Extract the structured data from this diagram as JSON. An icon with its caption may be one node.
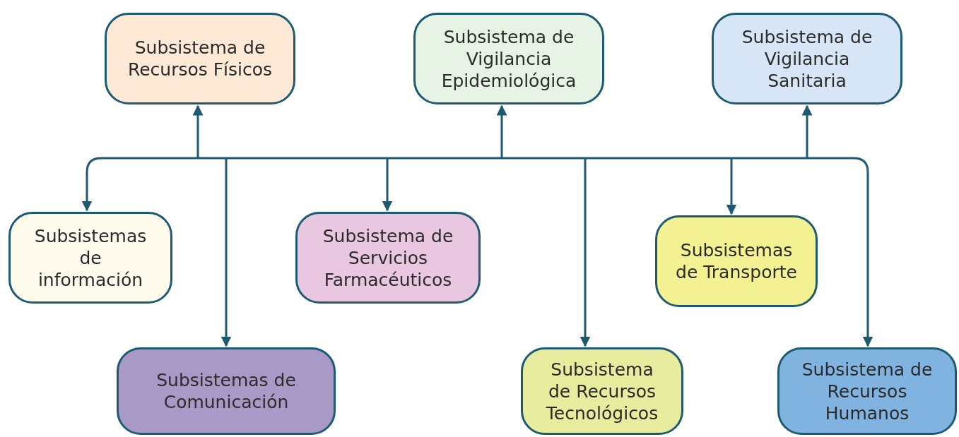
{
  "diagram": {
    "nodes": [
      {
        "text": [
          "Subsistema de Recursos Físicos"
        ]
      },
      {
        "text": [
          "Subsistema de Vigilancia Epidemiológica"
        ]
      },
      {
        "text": [
          "Subsistema de Vigilancia Sanitaria"
        ]
      },
      {
        "text": [
          "Subsistemas de información"
        ]
      },
      {
        "text": [
          "Subsistema de Servicios Farmacéuticos"
        ]
      },
      {
        "text": [
          "Subsistemas de Transporte"
        ]
      },
      {
        "text": [
          "Subsistemas de Comunicación"
        ]
      },
      {
        "text": [
          "Subsistema de Recursos Tecnológicos"
        ]
      },
      {
        "text": [
          "Subsistema de Recursos Humanos"
        ]
      }
    ],
    "edges": [
      {
        "from": null,
        "to": 0,
        "arrow": "to"
      },
      {
        "from": null,
        "to": 1,
        "arrow": "to"
      },
      {
        "from": null,
        "to": 2,
        "arrow": "to"
      },
      {
        "from": null,
        "to": 3,
        "arrow": "to"
      },
      {
        "from": null,
        "to": 4,
        "arrow": "to"
      },
      {
        "from": null,
        "to": 5,
        "arrow": "to"
      },
      {
        "from": null,
        "to": 6,
        "arrow": "to"
      },
      {
        "from": null,
        "to": 7,
        "arrow": "to"
      },
      {
        "from": null,
        "to": 8,
        "arrow": "to"
      }
    ]
  }
}
